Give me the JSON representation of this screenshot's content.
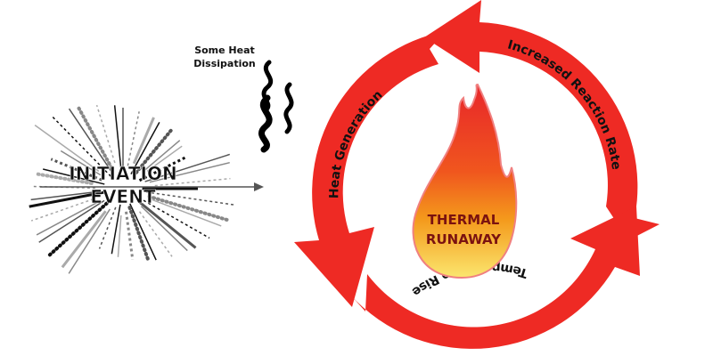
{
  "diagram": {
    "title": "Thermal Runaway Cycle",
    "initiation": {
      "line1": "INITIATION",
      "line2": "EVENT",
      "icon": "burst-icon"
    },
    "dissipation": {
      "line1": "Some Heat",
      "line2": "Dissipation",
      "icon": "heat-waves-icon"
    },
    "center": {
      "line1": "THERMAL",
      "line2": "RUNAWAY",
      "icon": "flame-icon"
    },
    "cycle": [
      {
        "label": "Heat Generation"
      },
      {
        "label": "Increased Reaction Rate"
      },
      {
        "label": "Temperature Rise"
      }
    ],
    "colors": {
      "arrow": "#ee2a24",
      "flame_top": "#e8262a",
      "flame_mid": "#f06a1a",
      "flame_bottom": "#fbe46a",
      "center_text": "#7a1210",
      "text": "#111111"
    }
  }
}
